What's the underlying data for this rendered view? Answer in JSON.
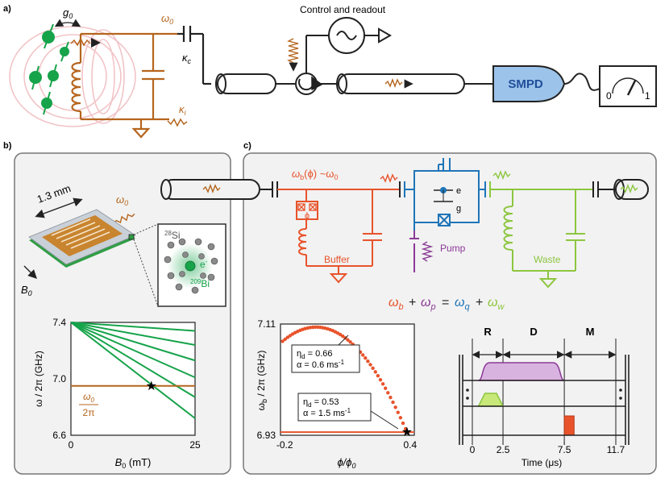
{
  "colors": {
    "brown": "#b5651d",
    "orange": "#e8532b",
    "blue": "#1f75b8",
    "purple": "#8b3a96",
    "green": "#16a34a",
    "lime": "#8cc63f",
    "smpd_fill": "#9cc3ea",
    "smpd_text": "#1f4e9a",
    "pink": "#f2c4c8",
    "panel_border": "#777777",
    "panel_fill": "#f2f2f2",
    "purple_pulse": "#d9b3e0",
    "lime_pulse": "#c8e879"
  },
  "panel_a": {
    "label": "a)",
    "g0": "g",
    "g0_sub": "0",
    "omega0": "ω",
    "omega0_sub": "0",
    "kappa_c": "κ",
    "kappa_c_sub": "c",
    "kappa_i": "κ",
    "kappa_i_sub": "i",
    "control_readout": "Control and readout",
    "smpd": "SMPD",
    "meter_zero": "0",
    "meter_one": "1"
  },
  "panel_b": {
    "label": "b)",
    "omega0": "ω",
    "omega0_sub": "0",
    "size_label": "1.3 mm",
    "b0": "B",
    "b0_sub": "0",
    "si_sup": "28",
    "si": "Si",
    "electron": "e",
    "electron_sup": "-",
    "bi_sup": "209",
    "bi": "Bi"
  },
  "panel_c": {
    "label": "c)",
    "buffer_freq": "ω",
    "buffer_freq_sub": "b",
    "buffer_freq_rest": "(ϕ) ~ω",
    "buffer_freq_sub2": "0",
    "phi": "ϕ",
    "buffer": "Buffer",
    "pump": "Pump",
    "waste": "Waste",
    "e_level": "e",
    "g_level": "g",
    "eq_b": "ω",
    "eq_b_sub": "b",
    "eq_plus1": "+",
    "eq_p": "ω",
    "eq_p_sub": "p",
    "eq_equals": "=",
    "eq_q": "ω",
    "eq_q_sub": "q",
    "eq_plus2": "+",
    "eq_w": "ω",
    "eq_w_sub": "w"
  },
  "chart_data": [
    {
      "type": "line",
      "xlabel": "B",
      "xlabel_sub": "0",
      "xlabel_unit": " (mT)",
      "ylabel": "ω / 2π (GHz)",
      "x_ticks": [
        "0",
        "25"
      ],
      "y_ticks": [
        "7.4",
        "7.0",
        "6.6"
      ],
      "xlim": [
        0,
        25
      ],
      "ylim": [
        6.6,
        7.4
      ],
      "series": [
        {
          "x": [
            0,
            25
          ],
          "y": [
            7.4,
            7.34
          ]
        },
        {
          "x": [
            0,
            25
          ],
          "y": [
            7.4,
            7.24
          ]
        },
        {
          "x": [
            0,
            25
          ],
          "y": [
            7.4,
            7.13
          ]
        },
        {
          "x": [
            0,
            25
          ],
          "y": [
            7.4,
            7.01
          ]
        },
        {
          "x": [
            0,
            25
          ],
          "y": [
            7.4,
            6.87
          ]
        },
        {
          "x": [
            0,
            25
          ],
          "y": [
            7.4,
            6.72
          ]
        }
      ],
      "hline_y": 6.95,
      "legend_num": "ω",
      "legend_num_sub": "0",
      "legend_den": "2π",
      "marker": {
        "x": 16.2,
        "y": 6.95
      }
    },
    {
      "type": "scatter",
      "xlabel": "ϕ/ϕ",
      "xlabel_sub": "0",
      "ylabel": "ω",
      "ylabel_sub": "b",
      "ylabel_rest": " / 2π (GHz)",
      "x_ticks": [
        "-0.2",
        "0.4"
      ],
      "y_ticks": [
        "7.11",
        "6.93"
      ],
      "xlim": [
        -0.22,
        0.42
      ],
      "ylim": [
        6.93,
        7.11
      ],
      "hline_y": 6.935,
      "curve_peak": {
        "x": -0.05,
        "y": 7.105
      },
      "curve_end_x": 0.385,
      "box1": [
        "η",
        "d",
        " = 0.66",
        "α = 0.6 ms",
        "-1"
      ],
      "box2": [
        "η",
        "d",
        " = 0.53",
        "α = 1.5 ms",
        "-1"
      ],
      "marker": {
        "x": 0.385,
        "y": 6.935
      }
    },
    {
      "type": "timing",
      "xlabel": "Time (μs)",
      "x_ticks": [
        "0",
        "2.5",
        "7.5",
        "11.7"
      ],
      "xlim": [
        0,
        11.7
      ],
      "segments": [
        "R",
        "D",
        "M"
      ],
      "segment_edges": [
        0,
        2.5,
        7.5,
        11.7
      ],
      "pulse_pump": [
        0.5,
        7.5
      ],
      "pulse_waste": [
        0.5,
        2.5
      ],
      "pulse_measure": [
        7.5,
        8.3
      ]
    }
  ]
}
